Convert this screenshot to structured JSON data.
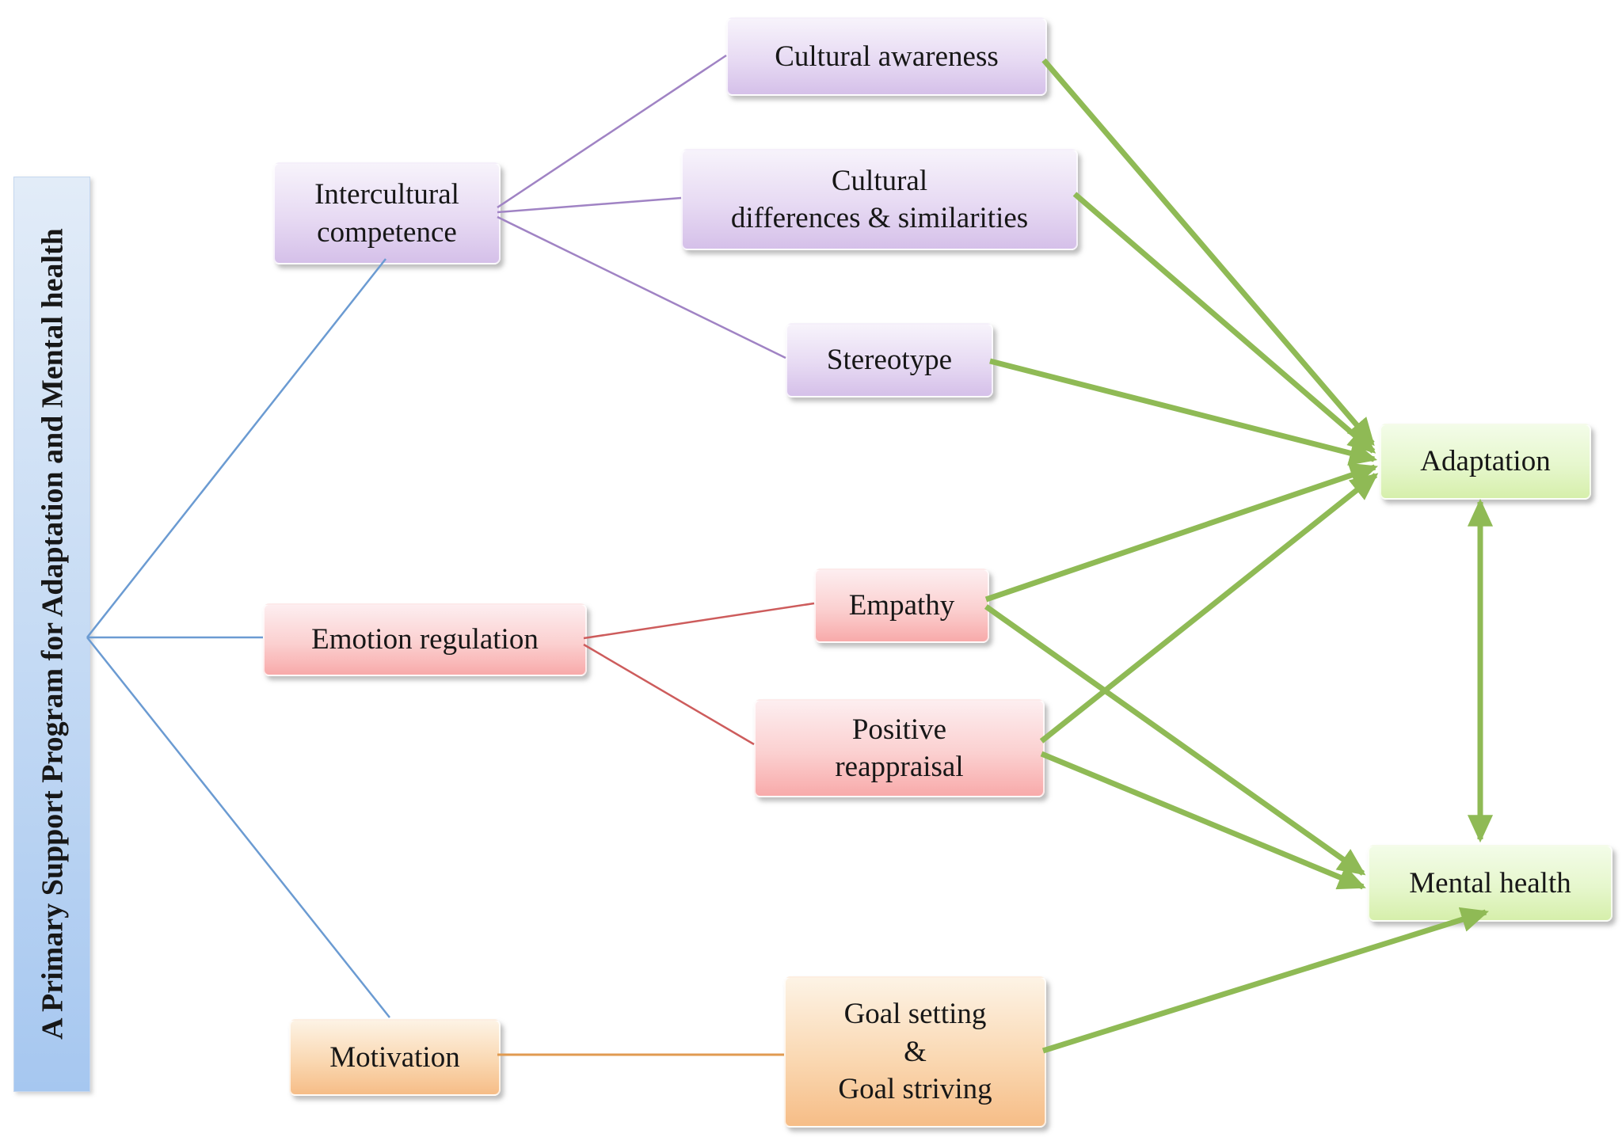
{
  "diagram": {
    "program_label": "A Primary Support Program for Adaptation and Mental health",
    "nodes": {
      "intercultural": {
        "label": "Intercultural\ncompetence"
      },
      "emotion": {
        "label": "Emotion regulation"
      },
      "motivation": {
        "label": "Motivation"
      },
      "cultural_awareness": {
        "label": "Cultural awareness"
      },
      "cultural_differences": {
        "label": "Cultural\ndifferences & similarities"
      },
      "stereotype": {
        "label": "Stereotype"
      },
      "empathy": {
        "label": "Empathy"
      },
      "positive_reappraisal": {
        "label": "Positive\nreappraisal"
      },
      "goal": {
        "label": "Goal setting\n&\nGoal striving"
      },
      "adaptation": {
        "label": "Adaptation"
      },
      "mental_health": {
        "label": "Mental health"
      }
    },
    "colors": {
      "program_bar_fill": "#a6c7f0",
      "intercultural_fill": "#d5c0e9",
      "emotion_fill": "#f8aaaa",
      "motivation_fill": "#f6bd87",
      "outcome_fill": "#d6efab",
      "connector_blue": "#6b9bd2",
      "connector_purple": "#a083c4",
      "connector_red": "#cd5c5c",
      "connector_orange": "#e09a50",
      "arrow_green": "#8fba55"
    },
    "edges": [
      {
        "from": "program",
        "to": "intercultural",
        "type": "line-blue"
      },
      {
        "from": "program",
        "to": "emotion",
        "type": "line-blue"
      },
      {
        "from": "program",
        "to": "motivation",
        "type": "line-blue"
      },
      {
        "from": "intercultural",
        "to": "cultural_awareness",
        "type": "line-purple"
      },
      {
        "from": "intercultural",
        "to": "cultural_differences",
        "type": "line-purple"
      },
      {
        "from": "intercultural",
        "to": "stereotype",
        "type": "line-purple"
      },
      {
        "from": "emotion",
        "to": "empathy",
        "type": "line-red"
      },
      {
        "from": "emotion",
        "to": "positive_reappraisal",
        "type": "line-red"
      },
      {
        "from": "motivation",
        "to": "goal",
        "type": "line-orange"
      },
      {
        "from": "cultural_awareness",
        "to": "adaptation",
        "type": "arrow-green"
      },
      {
        "from": "cultural_differences",
        "to": "adaptation",
        "type": "arrow-green"
      },
      {
        "from": "stereotype",
        "to": "adaptation",
        "type": "arrow-green"
      },
      {
        "from": "empathy",
        "to": "adaptation",
        "type": "arrow-green"
      },
      {
        "from": "empathy",
        "to": "mental_health",
        "type": "arrow-green"
      },
      {
        "from": "positive_reappraisal",
        "to": "adaptation",
        "type": "arrow-green"
      },
      {
        "from": "positive_reappraisal",
        "to": "mental_health",
        "type": "arrow-green"
      },
      {
        "from": "goal",
        "to": "mental_health",
        "type": "arrow-green"
      },
      {
        "from": "adaptation",
        "to": "mental_health",
        "type": "arrow-green-double"
      }
    ]
  }
}
